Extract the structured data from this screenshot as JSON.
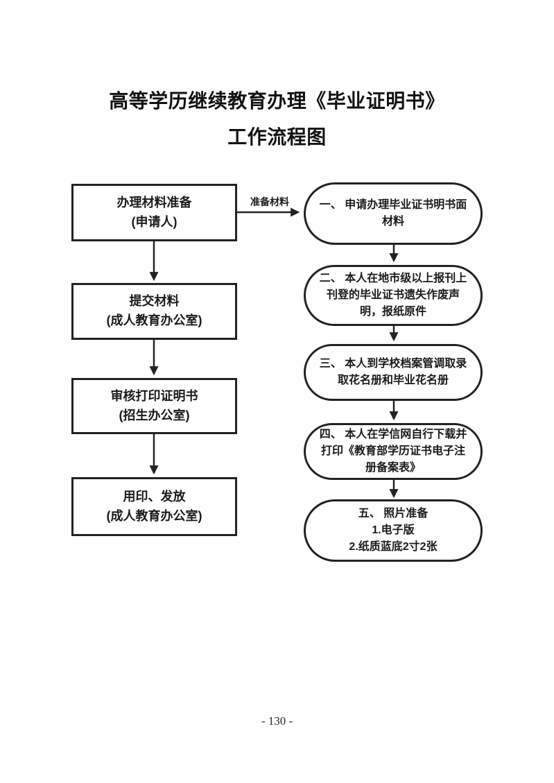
{
  "document": {
    "title_line1": "高等学历继续教育办理《毕业证明书》",
    "title_line2": "工作流程图",
    "page_number": "- 130 -"
  },
  "flowchart": {
    "left_steps": [
      "办理材料准备\n(申请人)",
      "提交材料\n(成人教育办公室)",
      "审核打印证明书\n(招生办公室)",
      "用印、发放\n(成人教育办公室)"
    ],
    "right_items": [
      "一、 申请办理毕业证书明书面\n材料",
      "二、 本人在地市级以上报刊上\n刊登的毕业证书遗失作废声\n明，报纸原件",
      "三、 本人到学校档案管调取录\n取花名册和毕业花名册",
      "四、 本人在学信网自行下载并\n打印《教育部学历证书电子注\n册备案表》",
      "五、 照片准备\n1.电子版\n2.纸质蓝底2寸2张"
    ],
    "edge_label": "准备材料",
    "edges": [
      {
        "from": "left_steps.0",
        "to": "left_steps.1"
      },
      {
        "from": "left_steps.1",
        "to": "left_steps.2"
      },
      {
        "from": "left_steps.2",
        "to": "left_steps.3"
      },
      {
        "from": "left_steps.0",
        "to": "right_items.0",
        "label": "准备材料"
      },
      {
        "from": "right_items.0",
        "to": "right_items.1"
      },
      {
        "from": "right_items.1",
        "to": "right_items.2"
      },
      {
        "from": "right_items.2",
        "to": "right_items.3"
      },
      {
        "from": "right_items.3",
        "to": "right_items.4"
      }
    ],
    "colors": {
      "ink": "#222222",
      "background": "#ffffff"
    }
  }
}
